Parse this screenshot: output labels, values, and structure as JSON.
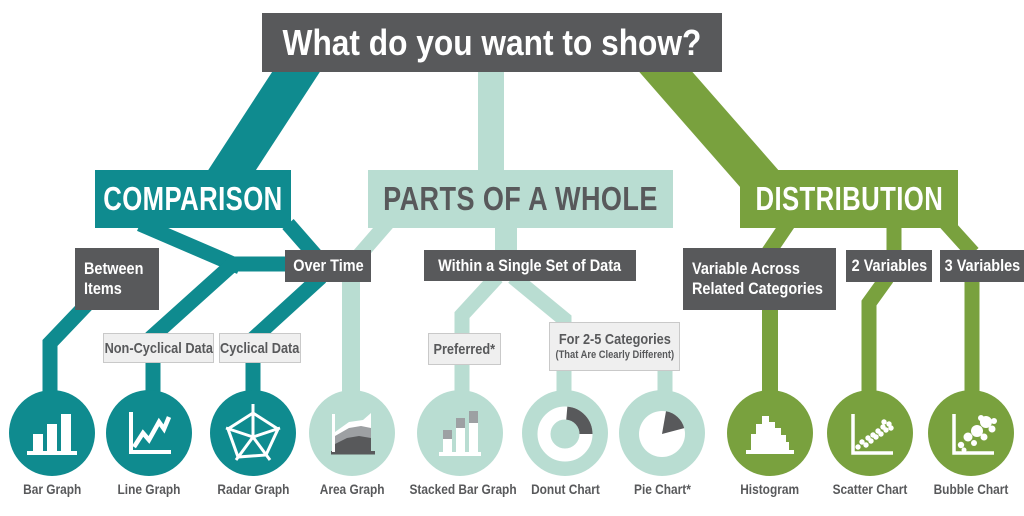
{
  "title": "What do you want to show?",
  "colors": {
    "teal": "#0F8B8F",
    "mint": "#B9DDD2",
    "olive_green": "#79A13E",
    "dark_gray": "#58595B",
    "light_box_fill": "#EFEFEF",
    "light_box_border": "#C9C9C9",
    "icon_mid_gray": "#9DA0A3",
    "background": "#FFFFFF"
  },
  "branches": {
    "comparison": "COMPARISON",
    "parts_of_a_whole": "PARTS OF A WHOLE",
    "distribution": "DISTRIBUTION"
  },
  "nodes": {
    "between_items": [
      "Between",
      "Items"
    ],
    "over_time": "Over Time",
    "within_single_set": "Within a Single Set of Data",
    "variable_across": [
      "Variable Across",
      "Related Categories"
    ],
    "two_variables": "2 Variables",
    "three_variables": "3 Variables",
    "non_cyclical": "Non-Cyclical Data",
    "cyclical": "Cyclical Data",
    "preferred": "Preferred*",
    "for_2_5": [
      "For 2-5 Categories",
      "(That Are Clearly Different)"
    ]
  },
  "chart_types": [
    "Bar Graph",
    "Line Graph",
    "Radar Graph",
    "Area Graph",
    "Stacked Bar Graph",
    "Donut Chart",
    "Pie Chart*",
    "Histogram",
    "Scatter Chart",
    "Bubble Chart"
  ]
}
